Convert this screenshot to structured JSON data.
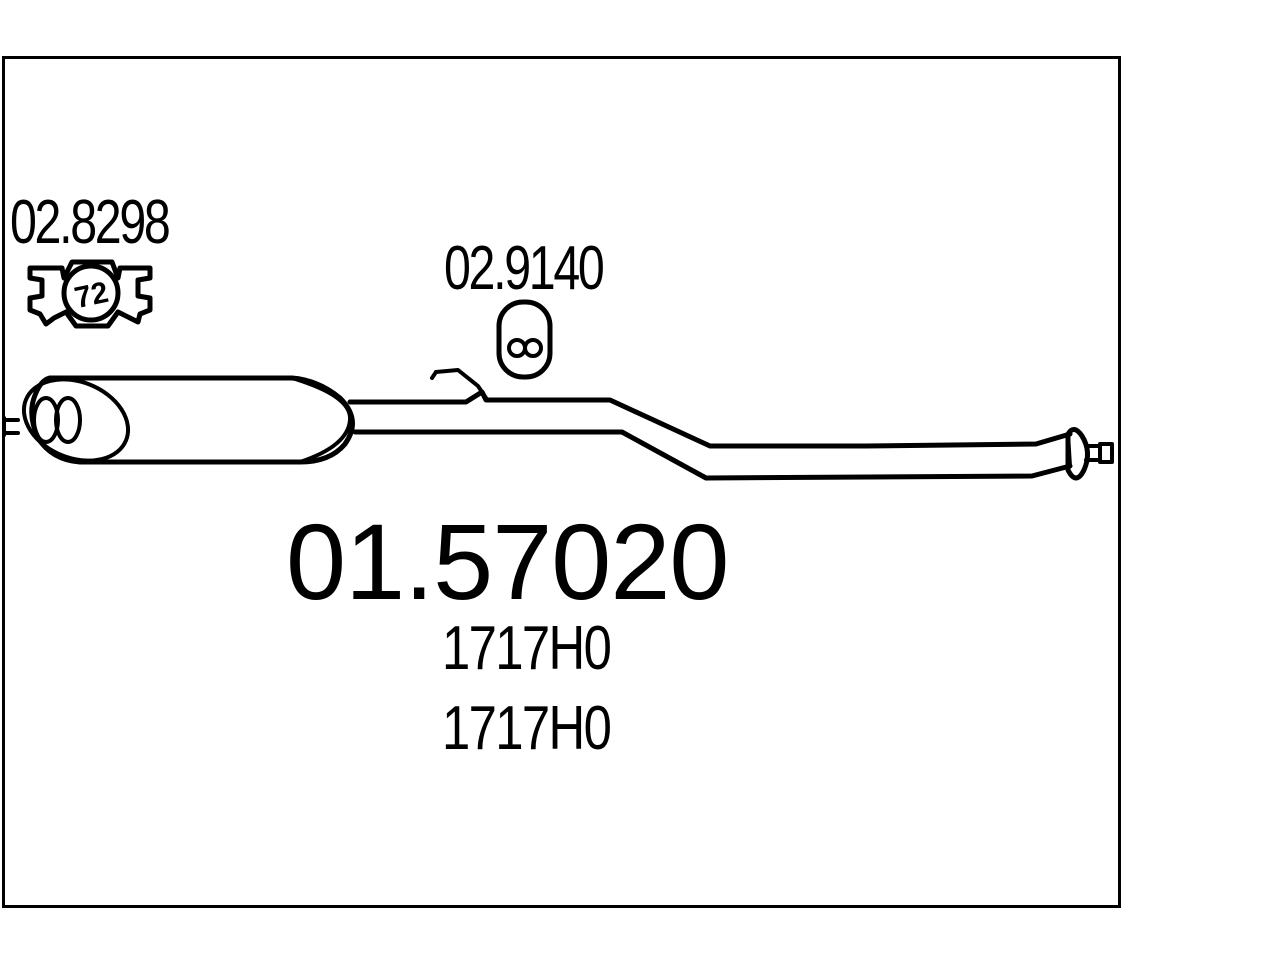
{
  "diagram": {
    "main_part_number": "01.57020",
    "oem_references": [
      "1717H0",
      "1717H0"
    ],
    "accessories": {
      "clamp": {
        "part_number": "02.8298",
        "size_label": "72",
        "icon": "exhaust-clamp-icon"
      },
      "hanger": {
        "part_number": "02.9140",
        "icon": "rubber-hanger-icon"
      }
    },
    "colors": {
      "line": "#000000",
      "background": "#ffffff"
    }
  }
}
